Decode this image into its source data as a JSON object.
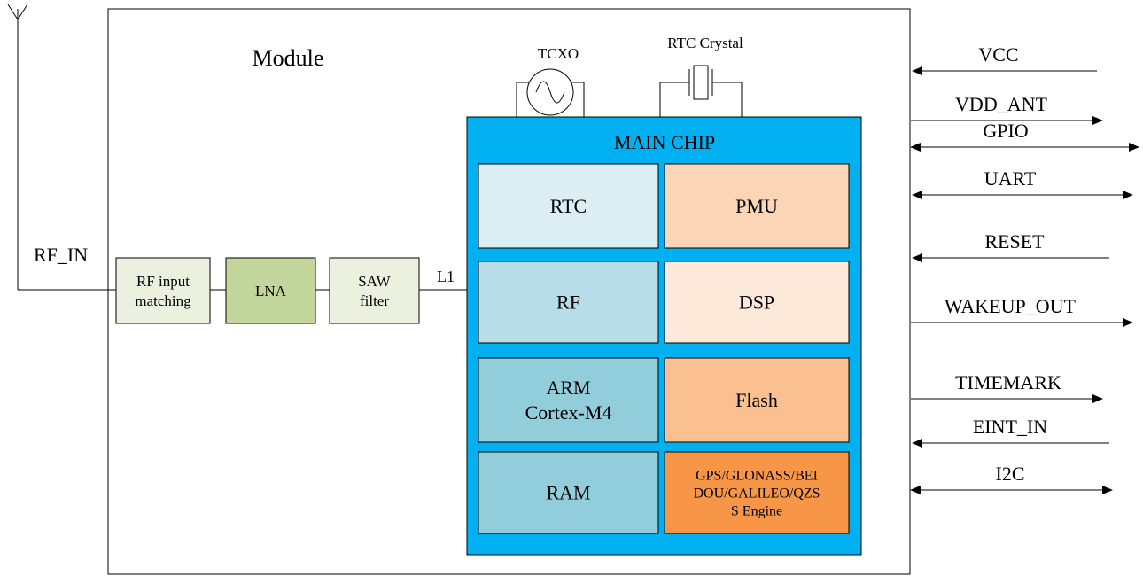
{
  "module": {
    "label": "Module"
  },
  "antenna": {
    "label": "RF_IN"
  },
  "rf_chain": [
    {
      "id": "rf-input-matching",
      "lines": [
        "RF input",
        "matching"
      ],
      "fill": "#ebf1de"
    },
    {
      "id": "lna",
      "lines": [
        "LNA"
      ],
      "fill": "#c3d69b"
    },
    {
      "id": "saw-filter",
      "lines": [
        "SAW",
        "filter"
      ],
      "fill": "#ebf1de"
    }
  ],
  "l1_label": "L1",
  "tcxo": {
    "label": "TCXO"
  },
  "rtc_crystal": {
    "label": "RTC Crystal"
  },
  "main_chip": {
    "title": "MAIN CHIP",
    "fill": "#00b0f0",
    "blocks": [
      {
        "id": "rtc",
        "lines": [
          "RTC"
        ],
        "fill": "#dbeef4"
      },
      {
        "id": "pmu",
        "lines": [
          "PMU"
        ],
        "fill": "#fbd5b5"
      },
      {
        "id": "rf",
        "lines": [
          "RF"
        ],
        "fill": "#b7dee8"
      },
      {
        "id": "dsp",
        "lines": [
          "DSP"
        ],
        "fill": "#fde9d9"
      },
      {
        "id": "arm",
        "lines": [
          "ARM",
          "Cortex-M4"
        ],
        "fill": "#92cddc"
      },
      {
        "id": "flash",
        "lines": [
          "Flash"
        ],
        "fill": "#fac090"
      },
      {
        "id": "ram",
        "lines": [
          "RAM"
        ],
        "fill": "#92cddc"
      },
      {
        "id": "gnss-engine",
        "lines": [
          "GPS/GLONASS/BEI",
          "DOU/GALILEO/QZS",
          "S Engine"
        ],
        "fill": "#f79646"
      }
    ]
  },
  "signals": [
    {
      "label": "VCC",
      "direction": "in"
    },
    {
      "label": "VDD_ANT",
      "direction": "out"
    },
    {
      "label": "GPIO",
      "direction": "bidirectional"
    },
    {
      "label": "UART",
      "direction": "bidirectional"
    },
    {
      "label": "RESET",
      "direction": "in"
    },
    {
      "label": "WAKEUP_OUT",
      "direction": "out"
    },
    {
      "label": "TIMEMARK",
      "direction": "out"
    },
    {
      "label": "EINT_IN",
      "direction": "in"
    },
    {
      "label": "I2C",
      "direction": "bidirectional"
    }
  ]
}
